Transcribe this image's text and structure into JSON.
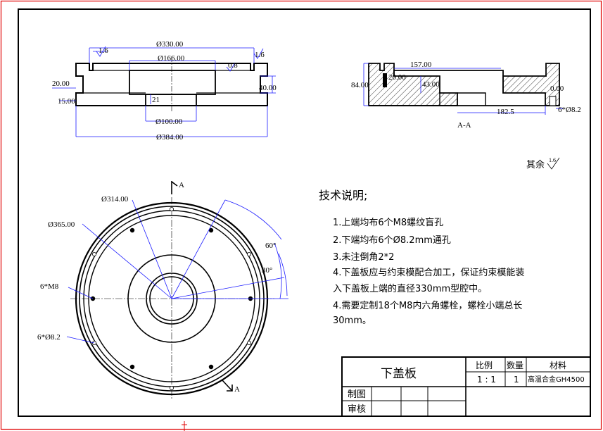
{
  "colors": {
    "frame_red": "#e00000",
    "dimension_blue": "#1a1aff",
    "line": "#000000",
    "hatch": "#000000"
  },
  "front_view": {
    "dims": {
      "d330": "Ø330.00",
      "d166": "Ø166.00",
      "d100": "Ø100.00",
      "d384": "Ø384.00",
      "h20": "20.00",
      "h15": "15.00",
      "h40": "40.00",
      "h21": "21",
      "r16_left": "1.6",
      "r16_right": "1.6",
      "r08": "0.8"
    }
  },
  "section_view": {
    "dims": {
      "d157": "157.00",
      "d84": "84.00",
      "d43": "43.00",
      "d182": "182.5",
      "d000": "0.00",
      "d2000": "20.00",
      "holes": "6*Ø8.2"
    },
    "label": "A-A"
  },
  "top_view": {
    "dims": {
      "d314": "Ø314.00",
      "d365": "Ø365.00",
      "m8": "6*M8",
      "h82": "6*Ø8.2",
      "a60": "60°",
      "a30": "30°"
    },
    "cut_top": "A",
    "cut_bottom": "A"
  },
  "roughness_note": {
    "label": "其余",
    "value": "1.6"
  },
  "tech_notes": {
    "title": "技术说明;",
    "items": [
      "1.上端均布6个M8螺纹盲孔",
      "2.下端均布6个Ø8.2mm通孔",
      "3.未注倒角2*2",
      "4.下盖板应与约束模配合加工，保证约束模能装",
      "入下盖板上端的直径330mm型腔中。",
      "4.需要定制18个M8内六角螺栓，螺栓小端总长",
      "30mm。"
    ]
  },
  "title_block": {
    "part_name": "下盖板",
    "scale_header": "比例",
    "qty_header": "数量",
    "material_header": "材料",
    "scale_value": "1 : 1",
    "qty_value": "1",
    "material_value": "高温合金GH4500",
    "drawn_label": "制图",
    "checked_label": "审核"
  }
}
